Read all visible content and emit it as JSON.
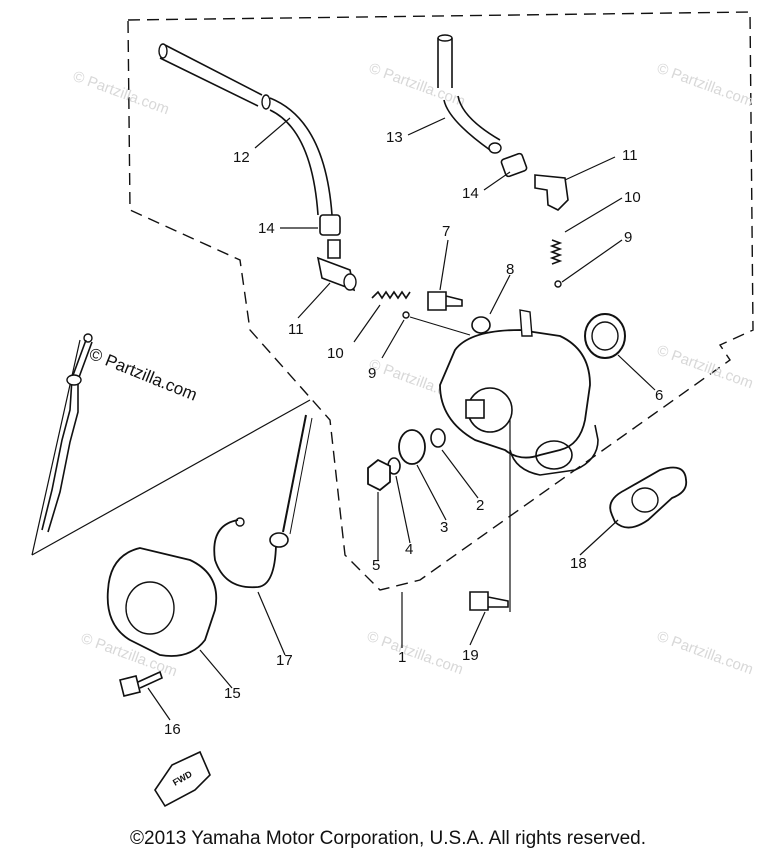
{
  "diagram": {
    "callouts": [
      {
        "id": "c1",
        "text": "1"
      },
      {
        "id": "c2",
        "text": "2"
      },
      {
        "id": "c3",
        "text": "3"
      },
      {
        "id": "c4",
        "text": "4"
      },
      {
        "id": "c5",
        "text": "5"
      },
      {
        "id": "c6",
        "text": "6"
      },
      {
        "id": "c7",
        "text": "7"
      },
      {
        "id": "c8",
        "text": "8"
      },
      {
        "id": "c9a",
        "text": "9"
      },
      {
        "id": "c9b",
        "text": "9"
      },
      {
        "id": "c10a",
        "text": "10"
      },
      {
        "id": "c10b",
        "text": "10"
      },
      {
        "id": "c11a",
        "text": "11"
      },
      {
        "id": "c11b",
        "text": "11"
      },
      {
        "id": "c12",
        "text": "12"
      },
      {
        "id": "c13",
        "text": "13"
      },
      {
        "id": "c14a",
        "text": "14"
      },
      {
        "id": "c14b",
        "text": "14"
      },
      {
        "id": "c15",
        "text": "15"
      },
      {
        "id": "c16",
        "text": "16"
      },
      {
        "id": "c17",
        "text": "17"
      },
      {
        "id": "c18",
        "text": "18"
      },
      {
        "id": "c19",
        "text": "19"
      }
    ],
    "watermark": "© Partzilla.com",
    "brand_text": "© Partzilla.com",
    "fwd_label": "FWD"
  },
  "footer": {
    "copyright": "©2013 Yamaha Motor Corporation, U.S.A. All rights reserved."
  }
}
